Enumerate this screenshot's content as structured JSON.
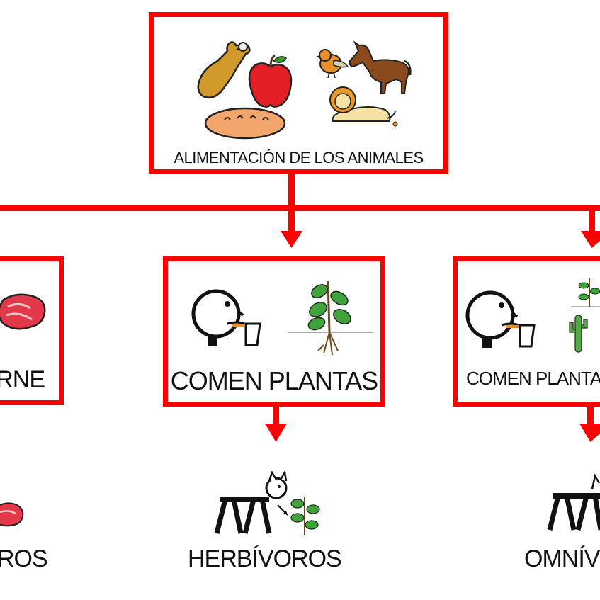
{
  "root": {
    "label": "ALIMENTACIÓN DE LOS ANIMALES",
    "icons": [
      "chicken-leg-icon",
      "apple-icon",
      "bread-icon",
      "bird-icon",
      "horse-icon",
      "lion-icon"
    ]
  },
  "categories": [
    {
      "label": "ARNE",
      "icon": "meat-icon"
    },
    {
      "label": "COMEN PLANTAS",
      "icons": [
        "face-eating-icon",
        "plant-icon"
      ]
    },
    {
      "label": "COMEN PLANTAS",
      "icons": [
        "face-eating-icon",
        "plant-icon",
        "cactus-icon"
      ]
    }
  ],
  "results": [
    {
      "label": "ROS",
      "icon": "meat-icon"
    },
    {
      "label": "HERBÍVOROS",
      "icon": "animal-eating-plant-icon"
    },
    {
      "label": "OMNÍV",
      "icon": "animal-icon"
    }
  ],
  "colors": {
    "accent": "#ff0000",
    "text": "#111111"
  }
}
